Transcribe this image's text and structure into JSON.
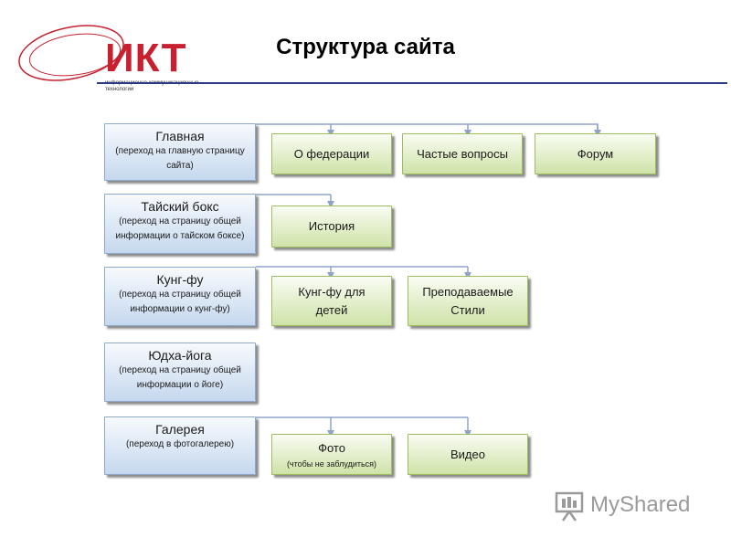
{
  "header": {
    "title": "Структура  сайта",
    "logo_main": "ИКТ",
    "logo_subtitle": "информационно-коммуникационные технологии"
  },
  "colors": {
    "left_box_fill": "#c5d8ee",
    "child_box_fill": "#cfe3a8",
    "connector": "#8fa3c8",
    "title_rule": "#2b3a82",
    "logo_red": "#c8202f"
  },
  "diagram": {
    "sections": [
      {
        "title": "Главная",
        "desc": "(переход на главную страницу сайта)",
        "children": [
          {
            "title": "О федерации"
          },
          {
            "title": "Частые вопросы"
          },
          {
            "title": "Форум"
          }
        ]
      },
      {
        "title": "Тайский бокс",
        "desc": "(переход на страницу общей информации о тайском боксе)",
        "children": [
          {
            "title": "История"
          }
        ]
      },
      {
        "title": "Кунг-фу",
        "desc": "(переход на страницу общей информации о кунг-фу)",
        "children": [
          {
            "title": "Кунг-фу для детей"
          },
          {
            "title": "Преподаваемые Стили"
          }
        ]
      },
      {
        "title": "Юдха-йога",
        "desc": "(переход на страницу общей информации о йоге)",
        "children": []
      },
      {
        "title": "Галерея",
        "desc": "(переход в фотогалерею)",
        "children": [
          {
            "title": "Фото",
            "desc": "(чтобы не заблудиться)"
          },
          {
            "title": "Видео"
          }
        ]
      }
    ]
  },
  "watermark": {
    "text": "MyShared",
    "icon": "presentation-board-icon"
  }
}
